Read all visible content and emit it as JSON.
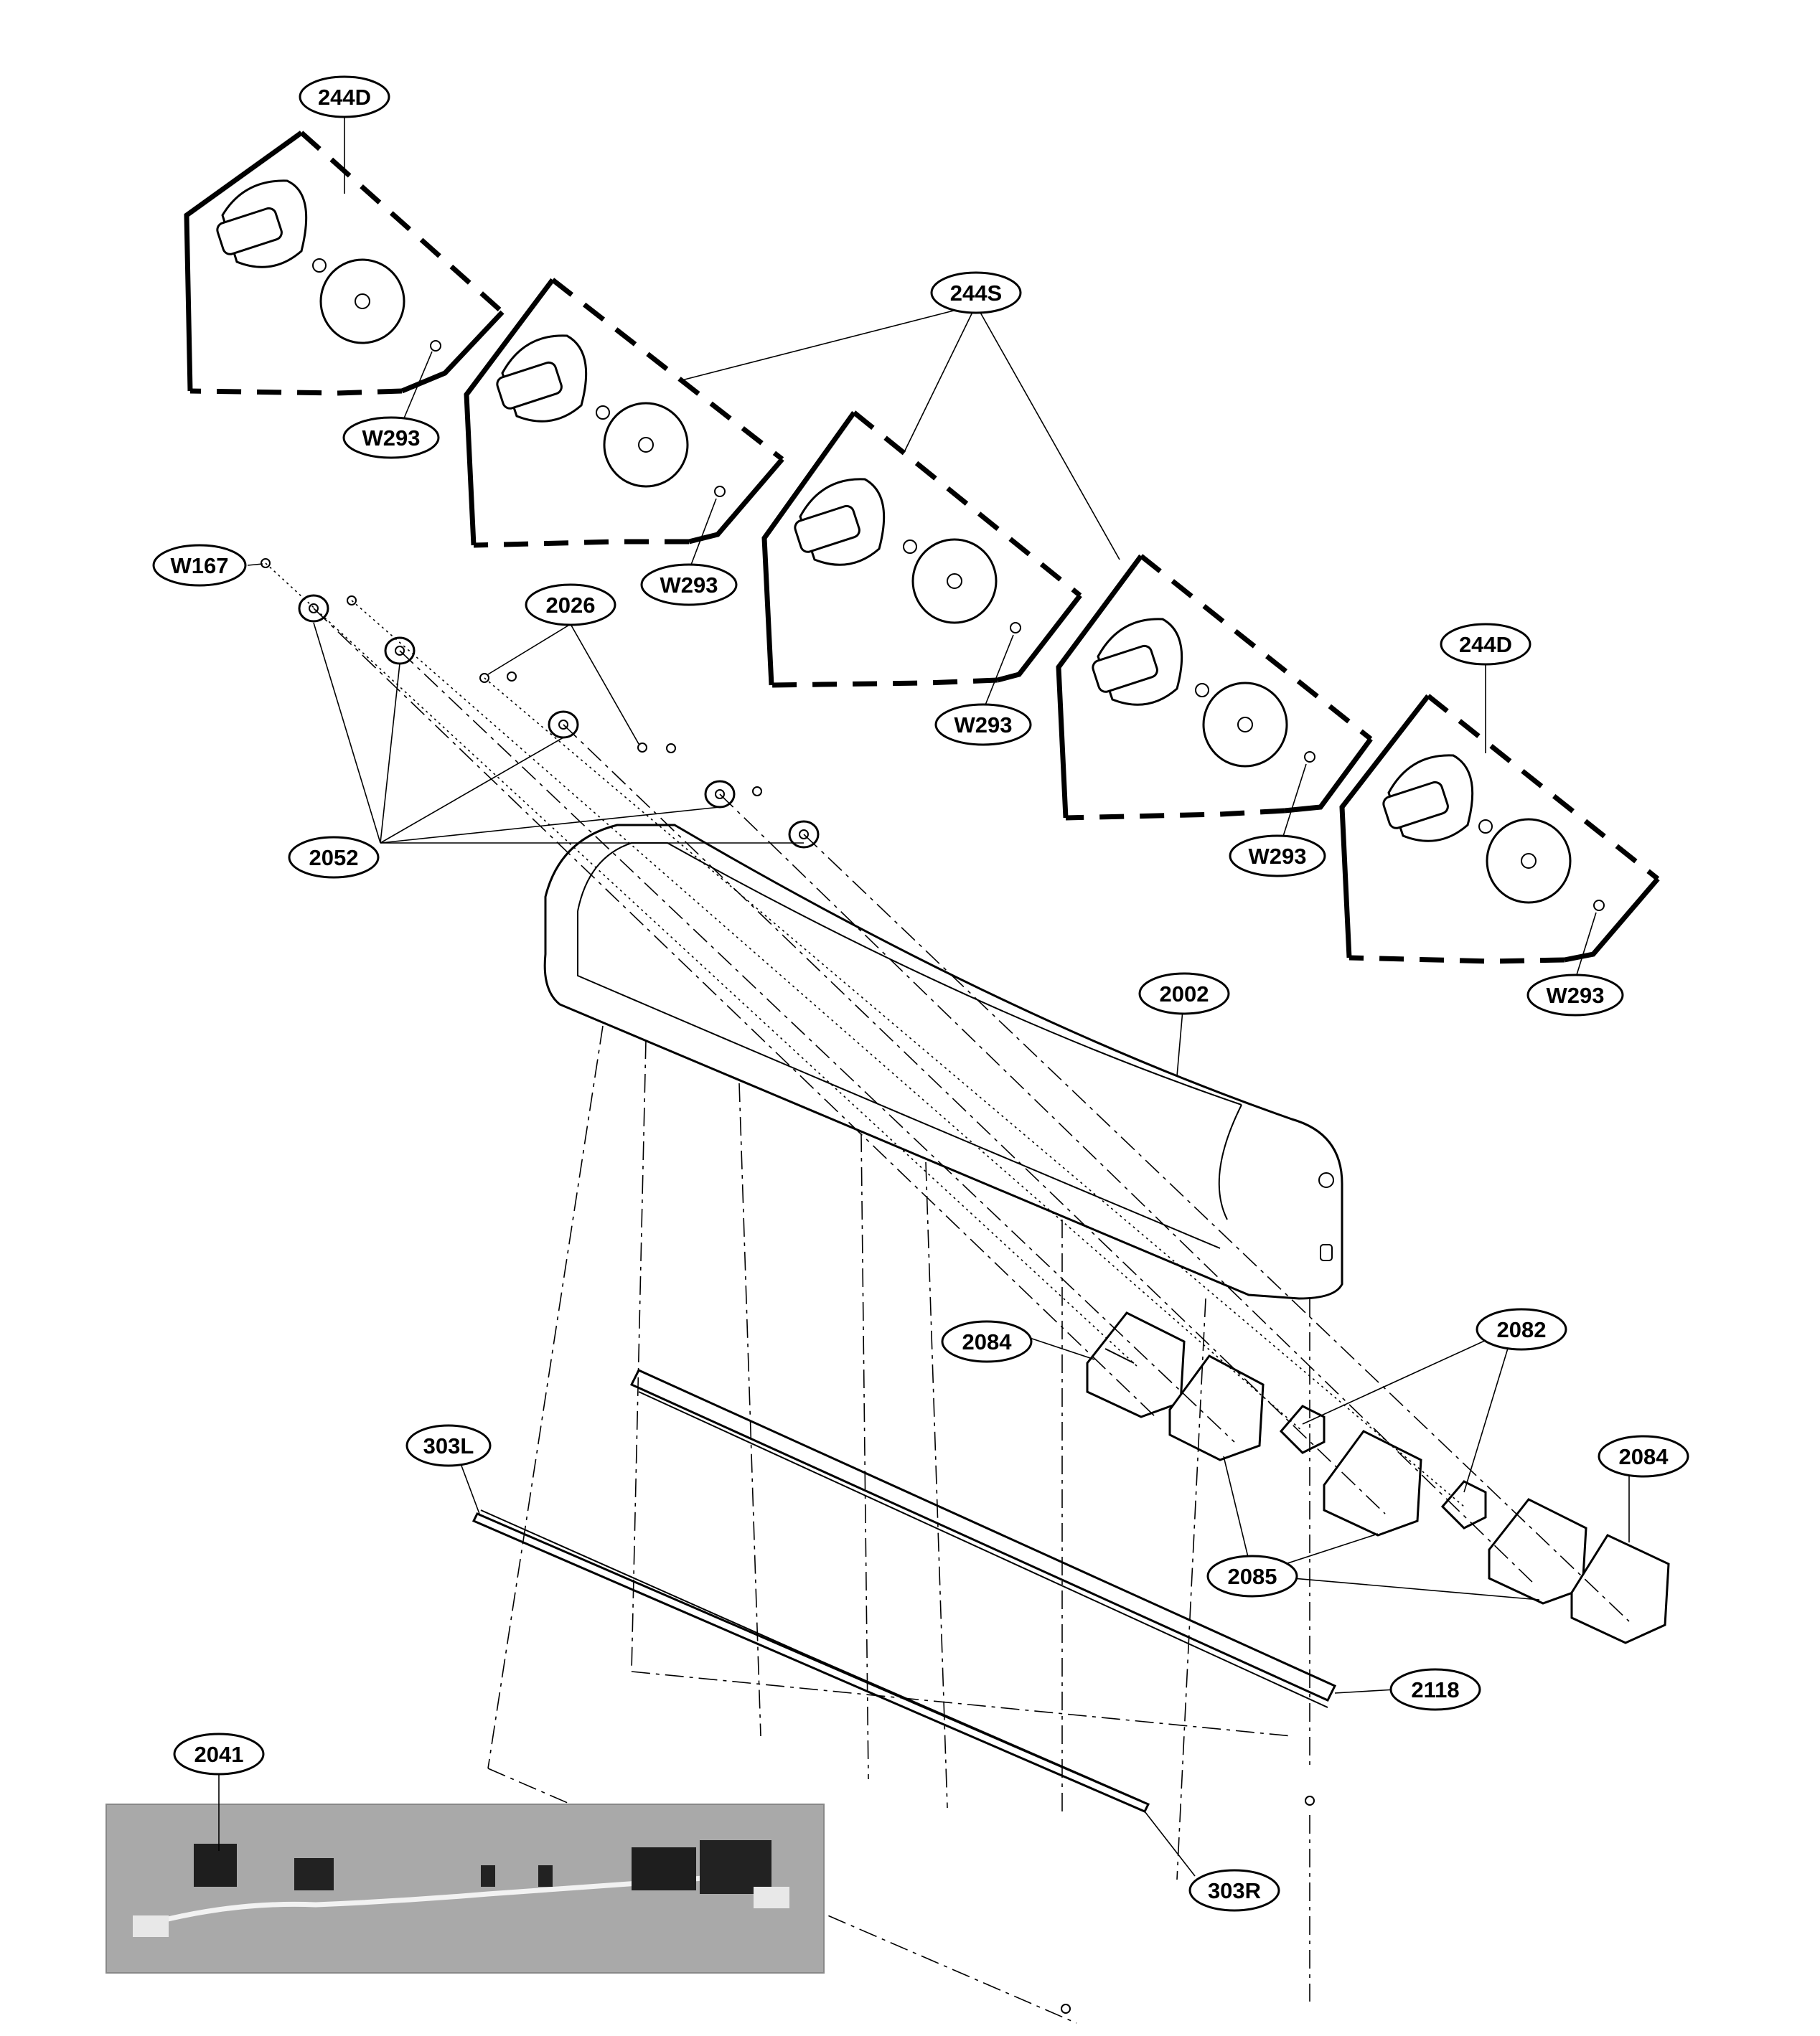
{
  "callouts": {
    "c244d_top": "244D",
    "c244s": "244S",
    "c244d_right": "244D",
    "w293_1": "W293",
    "w293_2": "W293",
    "w293_3": "W293",
    "w293_4": "W293",
    "w293_5": "W293",
    "w167": "W167",
    "c2026": "2026",
    "c2052": "2052",
    "c2002": "2002",
    "c2084_left": "2084",
    "c2082": "2082",
    "c2084_right": "2084",
    "c2085": "2085",
    "c303l": "303L",
    "c2118": "2118",
    "c2041": "2041",
    "c303r": "303R"
  }
}
